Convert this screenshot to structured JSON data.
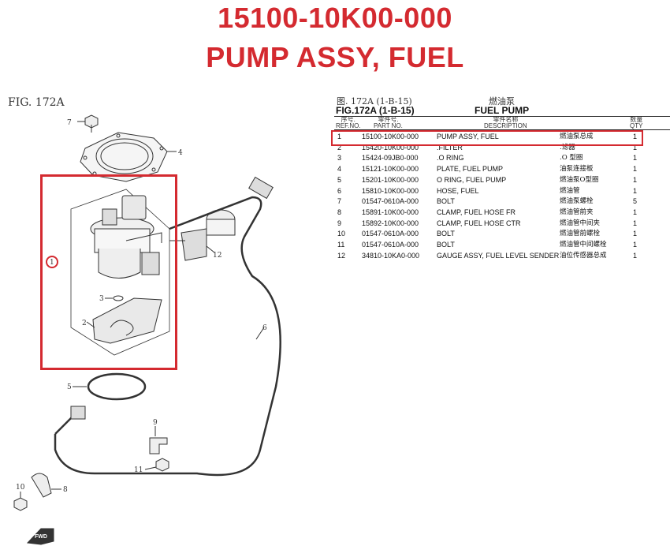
{
  "heading": {
    "part_number": "15100-10K00-000",
    "part_name": "PUMP ASSY, FUEL"
  },
  "figure": {
    "label": "FIG. 172A",
    "callouts": [
      "1",
      "2",
      "3",
      "4",
      "5",
      "6",
      "7",
      "8",
      "9",
      "10",
      "11",
      "12"
    ],
    "direction_badge": "FWD",
    "highlight_color": "#d42a30"
  },
  "parts_table": {
    "fig_cn": "图. 172A (1-B-15)",
    "group_cn": "燃油泵",
    "fig_en": "FIG.172A (1-B-15)",
    "group_en": "FUEL PUMP",
    "headers": {
      "ref_cn": "序号.",
      "ref_en": "REF.NO.",
      "part_cn": "零件号.",
      "part_en": "PART NO.",
      "desc_cn": "零件名称",
      "desc_en": "DESCRIPTION",
      "qty_cn": "数量",
      "qty_en": "QTY"
    },
    "rows": [
      {
        "no": "1",
        "pn": "15100-10K00-000",
        "desc": "PUMP ASSY, FUEL",
        "cn": "燃油泵总成",
        "qty": "1"
      },
      {
        "no": "2",
        "pn": "15420-10K00-000",
        "desc": ".FILTER",
        "cn": ".滤器",
        "qty": "1"
      },
      {
        "no": "3",
        "pn": "15424-09JB0-000",
        "desc": ".O RING",
        "cn": ".O 型圈",
        "qty": "1"
      },
      {
        "no": "4",
        "pn": "15121-10K00-000",
        "desc": "PLATE, FUEL PUMP",
        "cn": "油泵连接板",
        "qty": "1"
      },
      {
        "no": "5",
        "pn": "15201-10K00-000",
        "desc": "O RING, FUEL PUMP",
        "cn": "燃油泵O型圈",
        "qty": "1"
      },
      {
        "no": "6",
        "pn": "15810-10K00-000",
        "desc": "HOSE, FUEL",
        "cn": "燃油管",
        "qty": "1"
      },
      {
        "no": "7",
        "pn": "01547-0610A-000",
        "desc": "BOLT",
        "cn": "燃油泵螺栓",
        "qty": "5"
      },
      {
        "no": "8",
        "pn": "15891-10K00-000",
        "desc": "CLAMP, FUEL HOSE FR",
        "cn": "燃油管前夹",
        "qty": "1"
      },
      {
        "no": "9",
        "pn": "15892-10K00-000",
        "desc": "CLAMP, FUEL HOSE CTR",
        "cn": "燃油管中间夹",
        "qty": "1"
      },
      {
        "no": "10",
        "pn": "01547-0610A-000",
        "desc": "BOLT",
        "cn": "燃油管前螺栓",
        "qty": "1"
      },
      {
        "no": "11",
        "pn": "01547-0610A-000",
        "desc": "BOLT",
        "cn": "燃油管中间螺栓",
        "qty": "1"
      },
      {
        "no": "12",
        "pn": "34810-10KA0-000",
        "desc": "GAUGE ASSY, FUEL LEVEL SENDER",
        "cn": "油位传感器总成",
        "qty": "1"
      }
    ]
  }
}
